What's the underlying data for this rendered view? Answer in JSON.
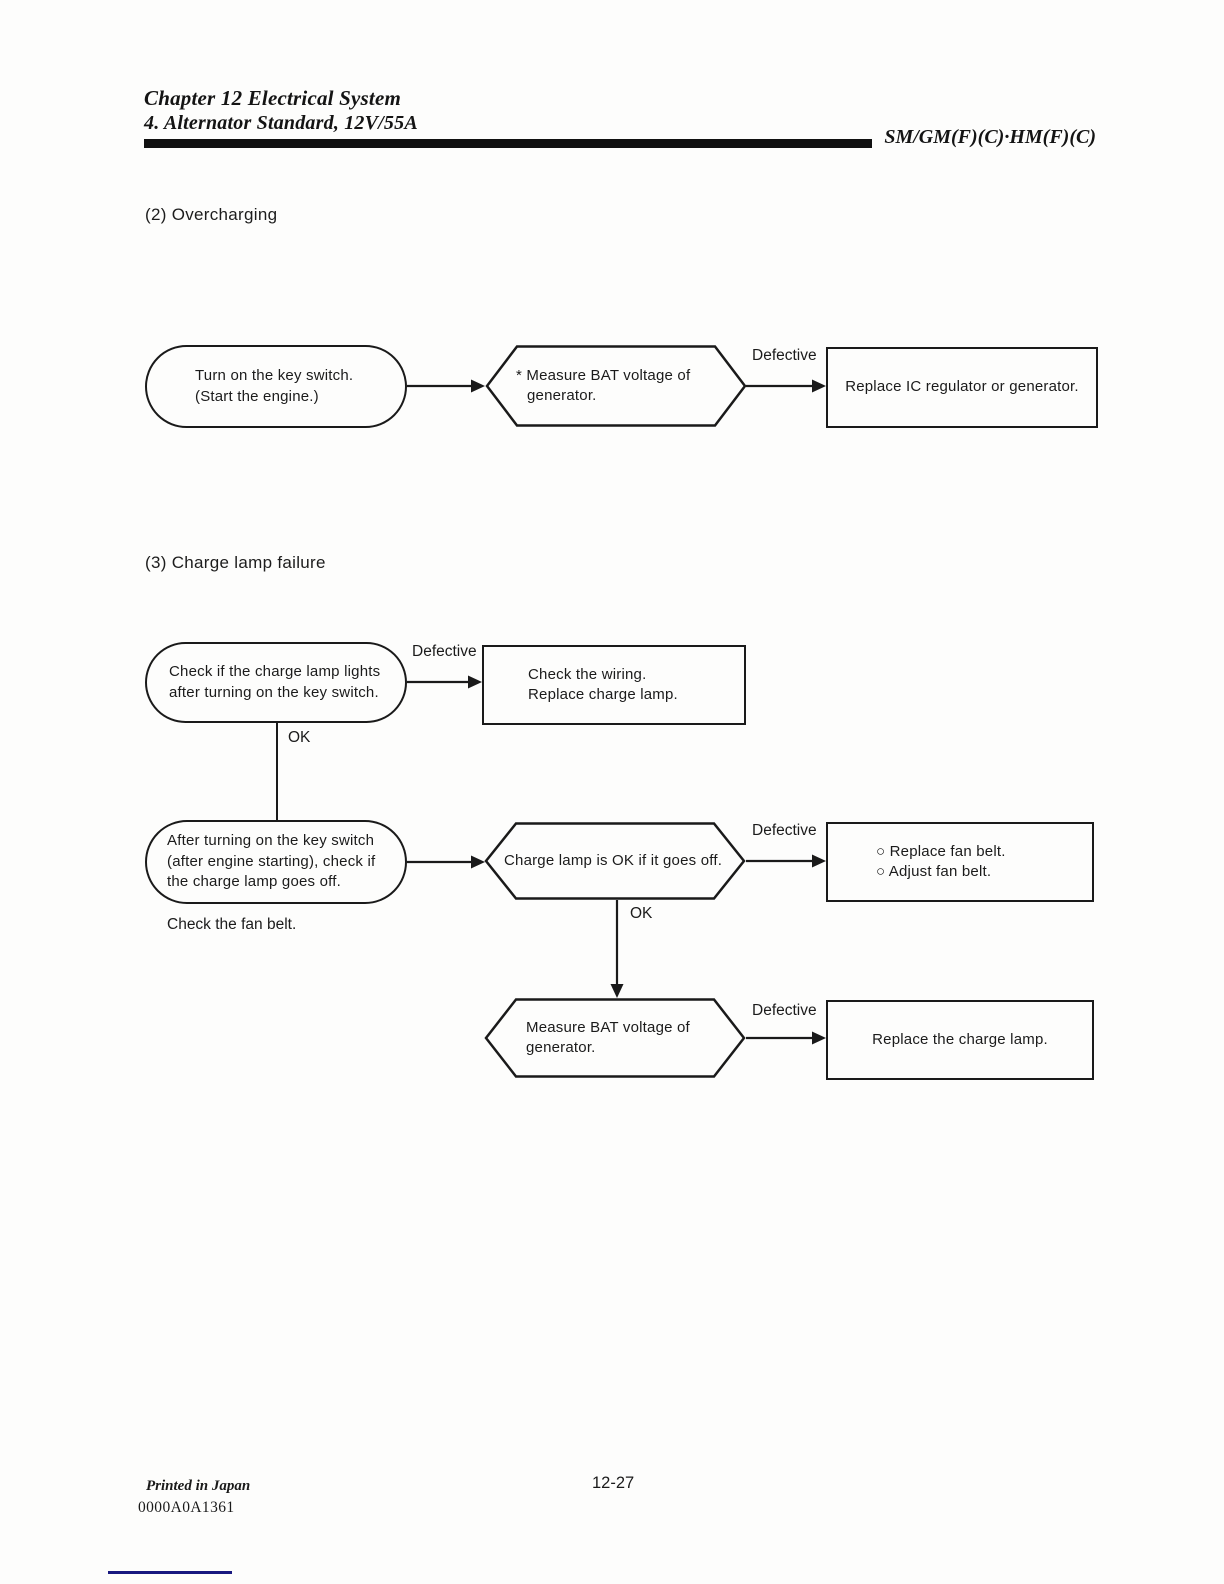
{
  "header": {
    "chapter_title": "Chapter 12 Electrical System",
    "subsection_title": "4. Alternator Standard, 12V/55A",
    "model_code": "SM/GM(F)(C)·HM(F)(C)"
  },
  "overcharging": {
    "heading": "(2) Overcharging",
    "start_box": "Turn on the key switch.\n(Start the engine.)",
    "measure_box": "* Measure BAT voltage of\ngenerator.",
    "defective_label": "Defective",
    "action_box": "Replace IC regulator or generator."
  },
  "charge_lamp_failure": {
    "heading": "(3) Charge lamp failure",
    "step1_box": "Check if the charge lamp lights\nafter turning on the key switch.",
    "step1_defective_label": "Defective",
    "step1_action_box": "Check the wiring.\nReplace charge lamp.",
    "step1_ok_label": "OK",
    "step2_box": "After turning on the key switch\n(after engine starting), check if\nthe charge lamp goes off.",
    "step2_note": "Check the fan belt.",
    "step2_check_box": "Charge lamp is OK if it goes off.",
    "step2_defective_label": "Defective",
    "step2_action_box": "○ Replace fan belt.\n○ Adjust fan belt.",
    "step2_ok_label": "OK",
    "step3_check_box": "Measure BAT voltage of\ngenerator.",
    "step3_defective_label": "Defective",
    "step3_action_box": "Replace the charge lamp."
  },
  "footer": {
    "printed_in": "Printed in Japan",
    "doc_code": "0000A0A1361",
    "page_number": "12-27"
  },
  "colors": {
    "ink": "#1a1a1a",
    "footer_rule": "#191980"
  }
}
